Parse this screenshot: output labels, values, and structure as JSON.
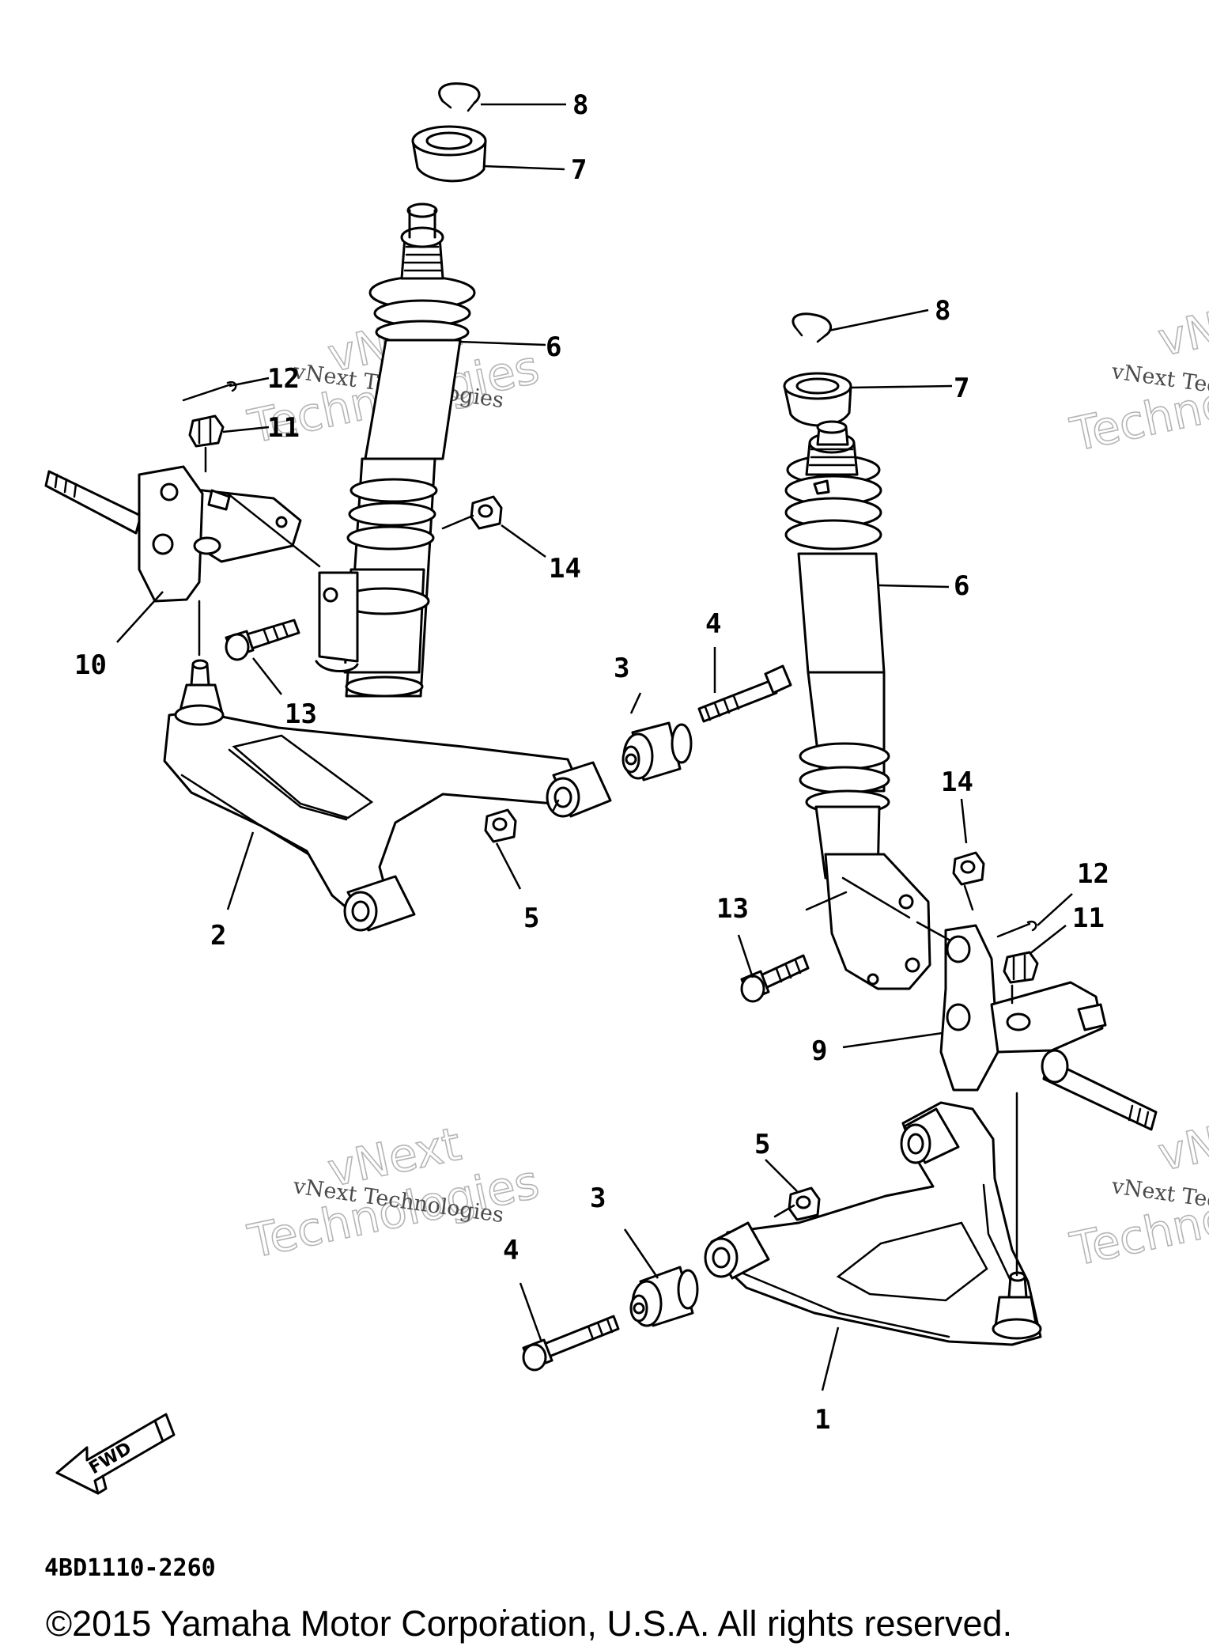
{
  "callouts": {
    "p1": "1",
    "p2": "2",
    "p3": "3",
    "p4": "4",
    "p5": "5",
    "p6": "6",
    "p7": "7",
    "p8": "8",
    "p9": "9",
    "p10": "10",
    "p11": "11",
    "p12": "12",
    "p13": "13",
    "p14": "14"
  },
  "watermark": {
    "line_small": "vNext Technologies",
    "word_top": "vNext",
    "word_bottom": "Technologies"
  },
  "fwd_label": "FWD",
  "diagram_code": "4BD1110-2260",
  "copyright": "©2015 Yamaha Motor Corporation, U.S.A. All rights reserved."
}
